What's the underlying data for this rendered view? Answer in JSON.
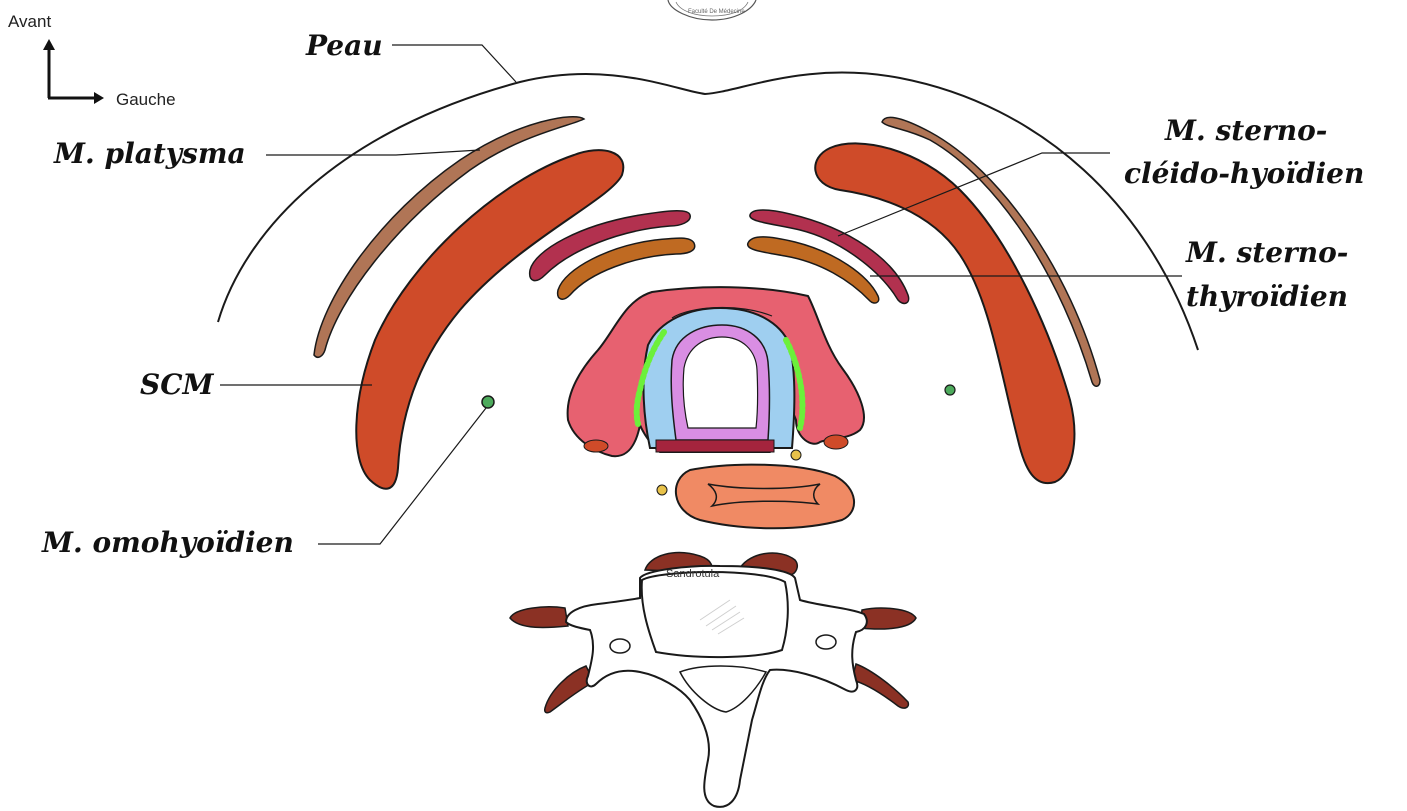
{
  "orientation": {
    "front": "Avant",
    "left": "Gauche"
  },
  "labels": {
    "skin": "Peau",
    "platysma": "M. platysma",
    "scm": "SCM",
    "omohyoid": "M. omohyoïdien",
    "sternohyoid_line1": "M. sterno-",
    "sternohyoid_line2": "cléido-hyoïdien",
    "sternothyroid_line1": "M. sterno-",
    "sternothyroid_line2": "thyroïdien"
  },
  "vertebra_text": "Sandrotula",
  "stamp_text": "Faculté De Médecine",
  "colors": {
    "outline": "#1a1a1a",
    "platysma": "#b07556",
    "scm": "#cf4b29",
    "sternohyoid": "#b2314f",
    "sternothyroid": "#bf6a22",
    "thyroid": "#e76170",
    "cartilage": "#9fcff0",
    "mucosa": "#d98ee3",
    "nerve": "#6cf03a",
    "esophagus": "#f08a64",
    "vertebra": "#ffffff",
    "process": "#8b3124",
    "vessel_green": "#4daa5c",
    "vessel_yellow": "#e8c24a"
  }
}
